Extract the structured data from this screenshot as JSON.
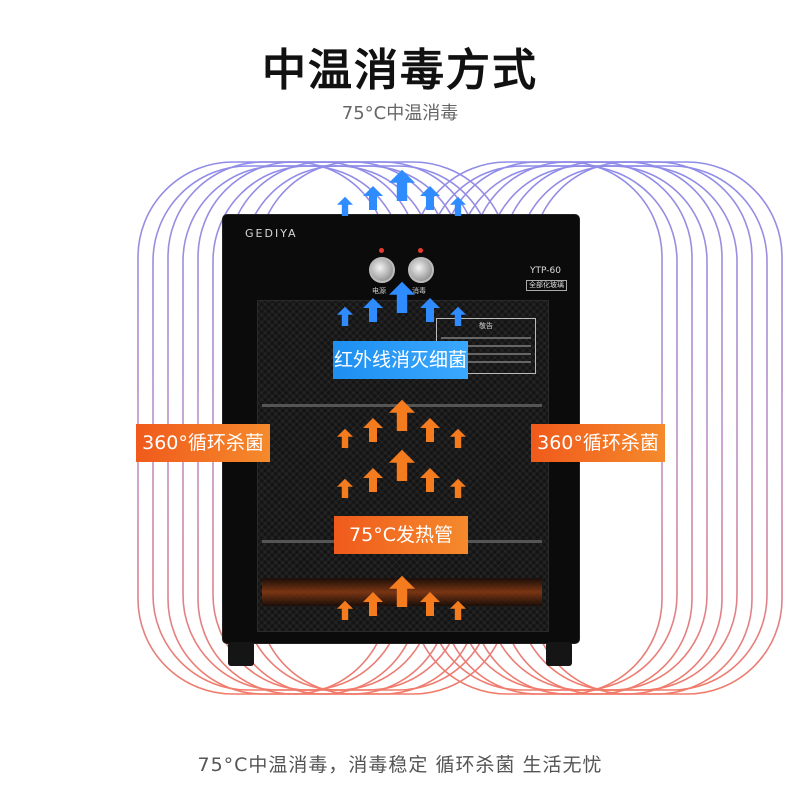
{
  "heading": {
    "title": "中温消毒方式",
    "subtitle": "75°C中温消毒"
  },
  "cabinet": {
    "brand": "GEDIYA",
    "model": "YTP-60",
    "model_sub": "全部化玻璃",
    "knob_left_label": "电源",
    "knob_right_label": "消毒",
    "warning_title": "敬告"
  },
  "callouts": {
    "infrared": "红外线消灭细菌",
    "cycle_left": "360°循环杀菌",
    "cycle_right": "360°循环杀菌",
    "heater": "75°C发热管"
  },
  "footer": {
    "text": "75°C中温消毒，消毒稳定 循环杀菌 生活无忧"
  },
  "colors": {
    "wave_top": "#8f8ce8",
    "wave_bottom": "#f07b6a",
    "arrow_blue": "#2f8cff",
    "arrow_orange": "#f57b1f",
    "tag_orange": "#f26b22",
    "tag_blue": "#2196f3"
  },
  "icons": {
    "arrow": "arrow-up-icon",
    "knob": "rotary-knob-icon"
  }
}
